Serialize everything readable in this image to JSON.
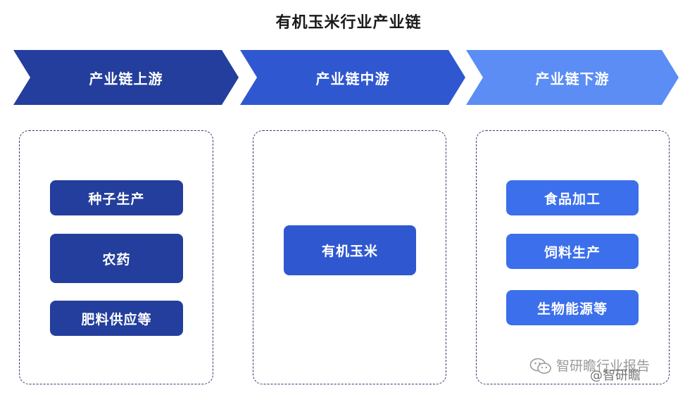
{
  "title": "有机玉米行业产业链",
  "stages": {
    "upstream": {
      "label": "产业链上游",
      "color": "#233e9c",
      "items": [
        "种子生产",
        "农药",
        "肥料供应等"
      ]
    },
    "midstream": {
      "label": "产业链中游",
      "color": "#2f58d0",
      "items": [
        "有机玉米"
      ]
    },
    "downstream": {
      "label": "产业链下游",
      "color": "#5b8df5",
      "items": [
        "食品加工",
        "饲料生产",
        "生物能源等"
      ]
    }
  },
  "watermark": {
    "line1": "智研瞻行业报告",
    "line2": "@智研瞻",
    "icon": "wechat-icon"
  }
}
